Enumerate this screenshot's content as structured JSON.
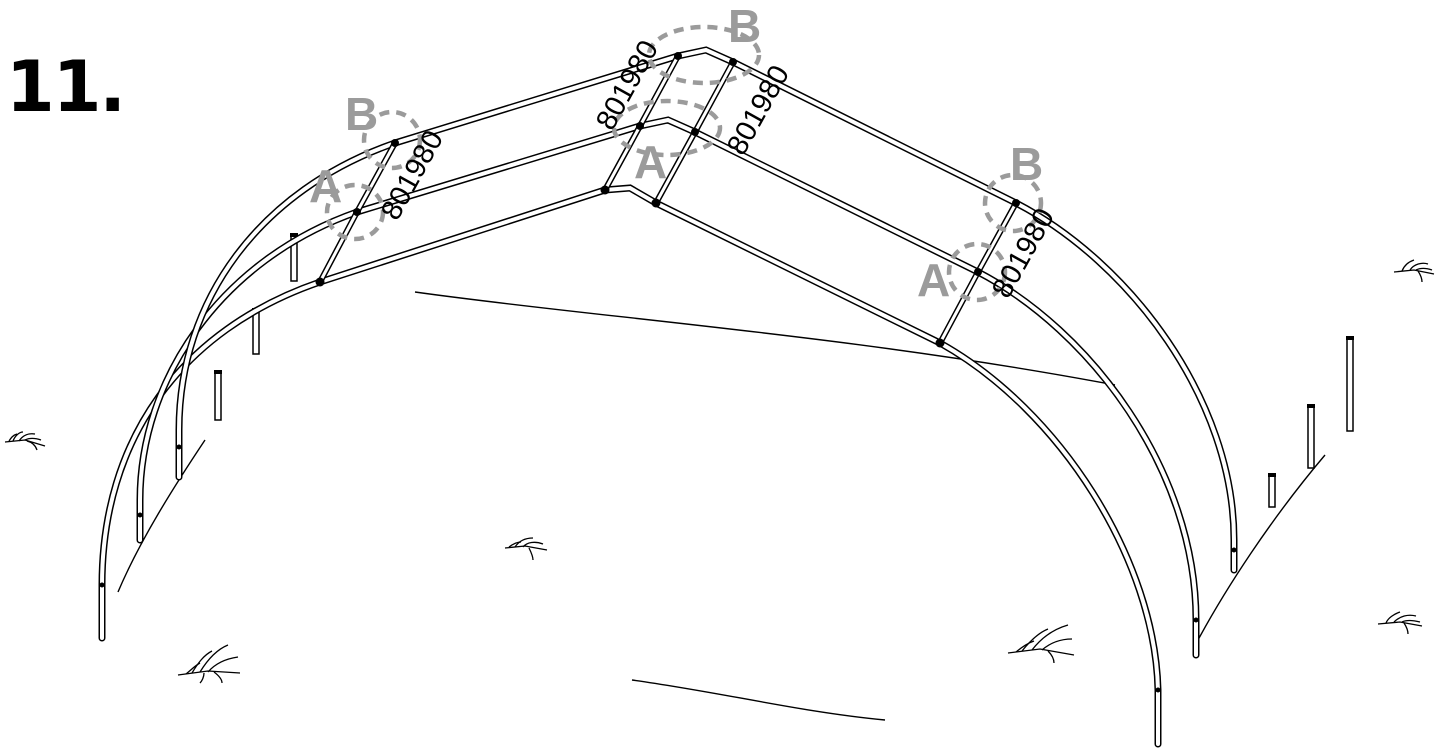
{
  "step": {
    "number": "11."
  },
  "part_number": "801980",
  "callouts": {
    "a": "A",
    "b": "B"
  },
  "colors": {
    "callout_gray": "#9b9b9b",
    "line": "#000000",
    "background": "#ffffff"
  },
  "icons": [
    "grass-tuft-icon",
    "ground-stake-icon"
  ]
}
